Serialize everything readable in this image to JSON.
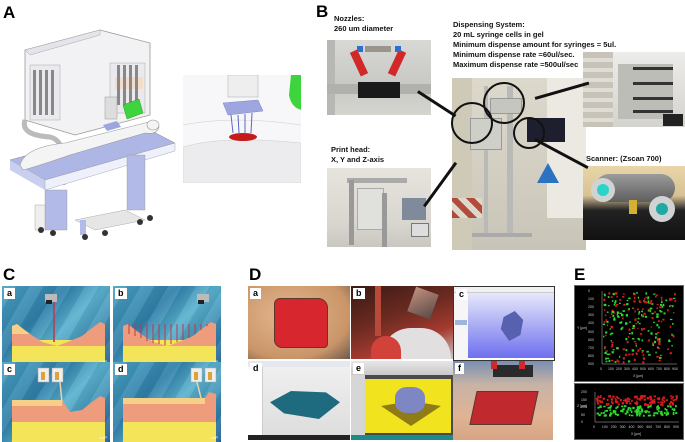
{
  "panels": {
    "A": {
      "label": "A"
    },
    "B": {
      "label": "B",
      "nozzles": {
        "title": "Nozzles:",
        "detail": "260 um diameter"
      },
      "dispensing": {
        "title": "Dispensing System:",
        "lines": [
          "20 mL syringe cells in gel",
          "Minimum dispense amount for syringes = 5ul.",
          "Minimum dispense rate =60ul/sec.",
          "Maximum dispense rate =500ul/sec"
        ]
      },
      "printhead": {
        "title": "Print head:",
        "detail": "X, Y and Z-axis"
      },
      "scanner": {
        "title": "Scanner: (Zscan 700)"
      }
    },
    "C": {
      "label": "C",
      "subpanels": [
        "a",
        "b",
        "c",
        "d"
      ],
      "logo_text": "LdP"
    },
    "D": {
      "label": "D",
      "subpanels": [
        "a",
        "b",
        "c",
        "d",
        "e",
        "f"
      ]
    },
    "E": {
      "label": "E",
      "top_plot": {
        "ylabel": "Y [µm]",
        "xlabel": "X [µm]",
        "yticks": [
          "0",
          "100",
          "200",
          "300",
          "400",
          "500",
          "600",
          "700",
          "800",
          "900"
        ],
        "xticks": [
          "0",
          "100",
          "200",
          "300",
          "400",
          "500",
          "600",
          "700",
          "800",
          "900"
        ]
      },
      "bottom_plot": {
        "ylabel": "Z [µm]",
        "xlabel": "X [µm]",
        "yticks": [
          "200",
          "150",
          "100",
          "50",
          "0"
        ],
        "xticks": [
          "0",
          "100",
          "200",
          "300",
          "400",
          "500",
          "600",
          "700",
          "800",
          "900"
        ]
      },
      "colors": {
        "red": "#d81e1e",
        "green": "#2ed82e"
      }
    }
  }
}
